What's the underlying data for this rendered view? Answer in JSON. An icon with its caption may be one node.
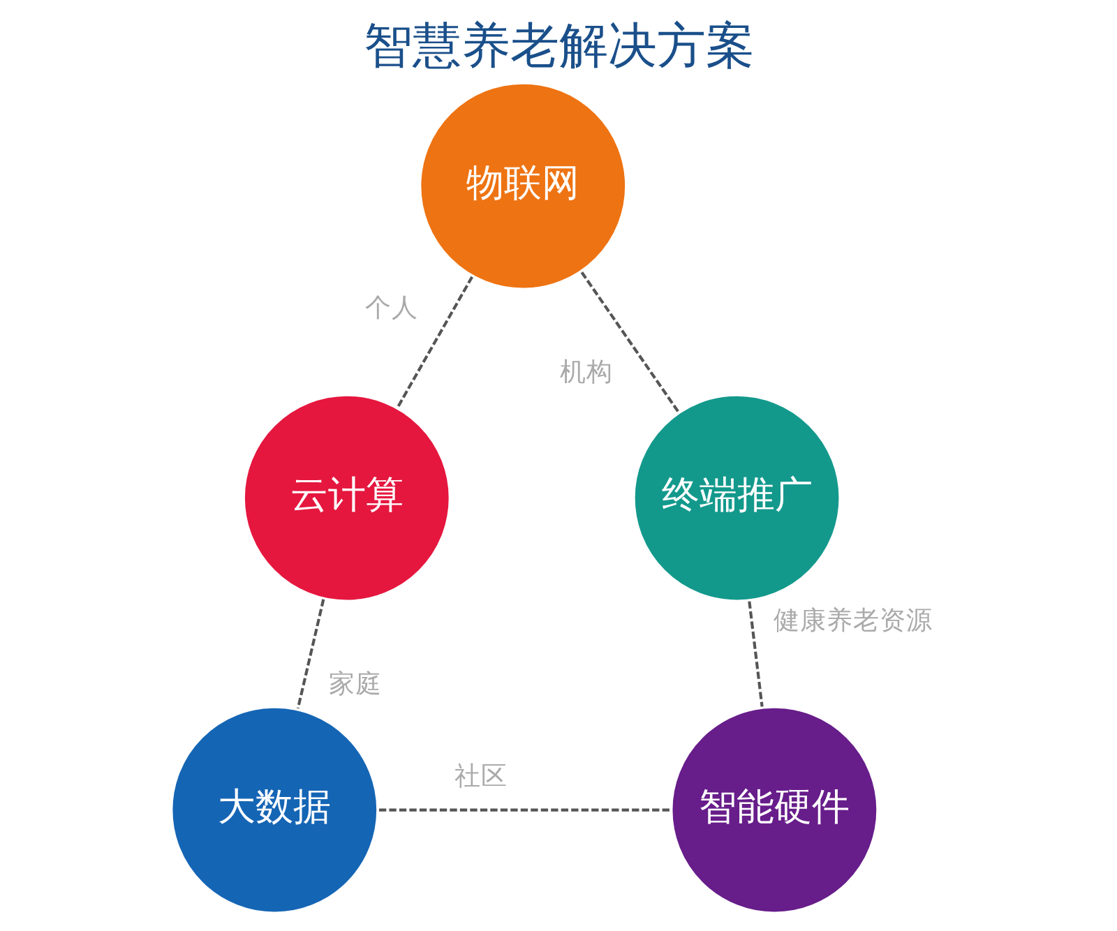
{
  "diagram": {
    "title": "智慧养老解决方案",
    "nodes": [
      {
        "text": [
          "物联网"
        ]
      },
      {
        "text": [
          "云计算"
        ]
      },
      {
        "text": [
          "终端推广"
        ]
      },
      {
        "text": [
          "大数据"
        ]
      },
      {
        "text": [
          "智能硬件"
        ]
      }
    ],
    "edges": [
      {
        "from": 0,
        "to": 1,
        "arrow": "none",
        "style": "dashed",
        "label": "个人"
      },
      {
        "from": 0,
        "to": 2,
        "arrow": "none",
        "style": "dashed",
        "label": "机构"
      },
      {
        "from": 1,
        "to": 3,
        "arrow": "none",
        "style": "dashed",
        "label": "家庭"
      },
      {
        "from": 2,
        "to": 4,
        "arrow": "none",
        "style": "dashed",
        "label": "健康养老资源"
      },
      {
        "from": 3,
        "to": 4,
        "arrow": "none",
        "style": "dashed",
        "label": "社区"
      }
    ]
  }
}
